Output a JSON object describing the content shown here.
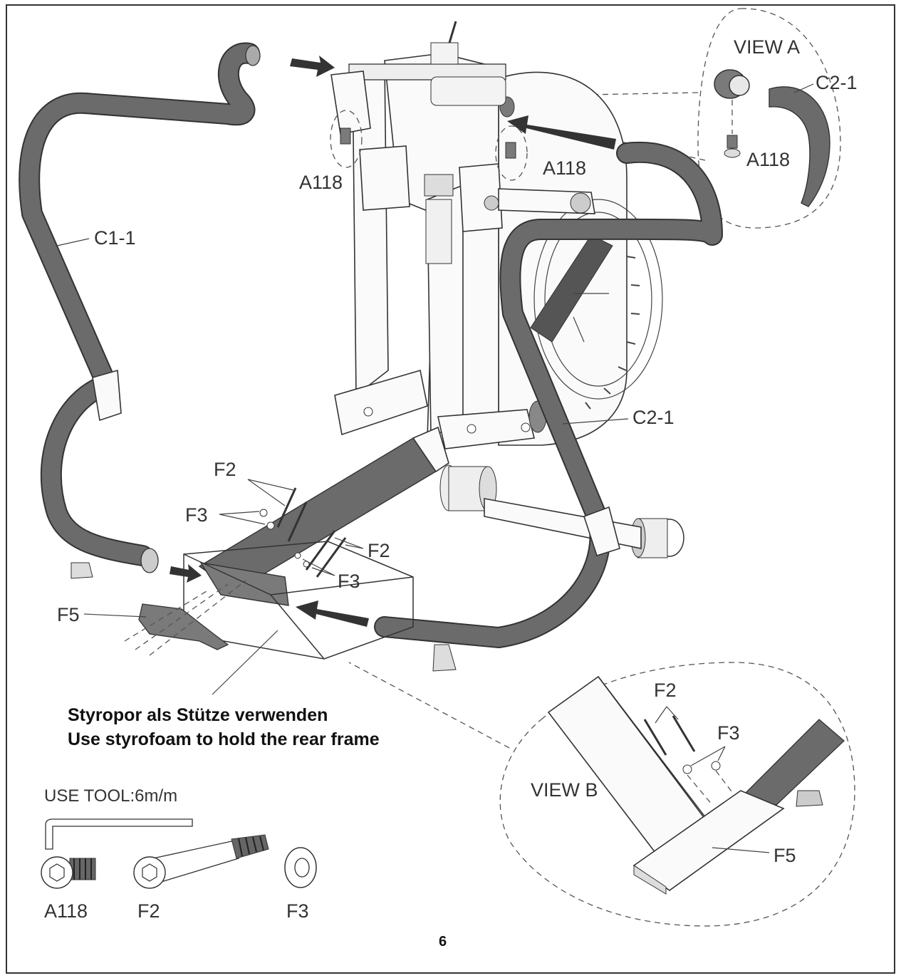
{
  "labels": {
    "view_a": "VIEW A",
    "view_b": "VIEW B",
    "c2_1_view": "C2-1",
    "a118_view": "A118",
    "a118_left": "A118",
    "a118_right": "A118",
    "c1_1": "C1-1",
    "c2_1": "C2-1",
    "f2_top": "F2",
    "f3_top": "F3",
    "f2_mid": "F2",
    "f3_mid": "F3",
    "f5": "F5",
    "f2_view_b": "F2",
    "f3_view_b": "F3",
    "f5_view_b": "F5"
  },
  "note": {
    "line1": "Styropor als Stütze verwenden",
    "line2": "Use styrofoam to hold the rear frame"
  },
  "tools": {
    "title": "USE TOOL:6m/m",
    "parts": [
      "A118",
      "F2",
      "F3"
    ]
  },
  "page_number": "6",
  "colors": {
    "tube": "#6b6b6b",
    "outline": "#333333",
    "background": "#ffffff"
  }
}
